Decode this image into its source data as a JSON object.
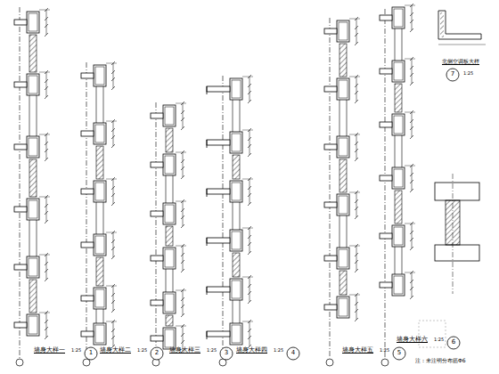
{
  "diagram": {
    "labels": [
      "墙身大样一",
      "1:25",
      "1",
      "墙身大样二",
      "1:25",
      "2",
      "墙身大样三",
      "1:25",
      "3",
      "墙身大样四",
      "1:25",
      "4",
      "墙身大样五",
      "1:25",
      "5",
      "墙身大样六",
      "1:25",
      "6",
      "北侧空调板大样",
      "1:25",
      "7",
      "注：未注明分布筋Φ6"
    ]
  }
}
